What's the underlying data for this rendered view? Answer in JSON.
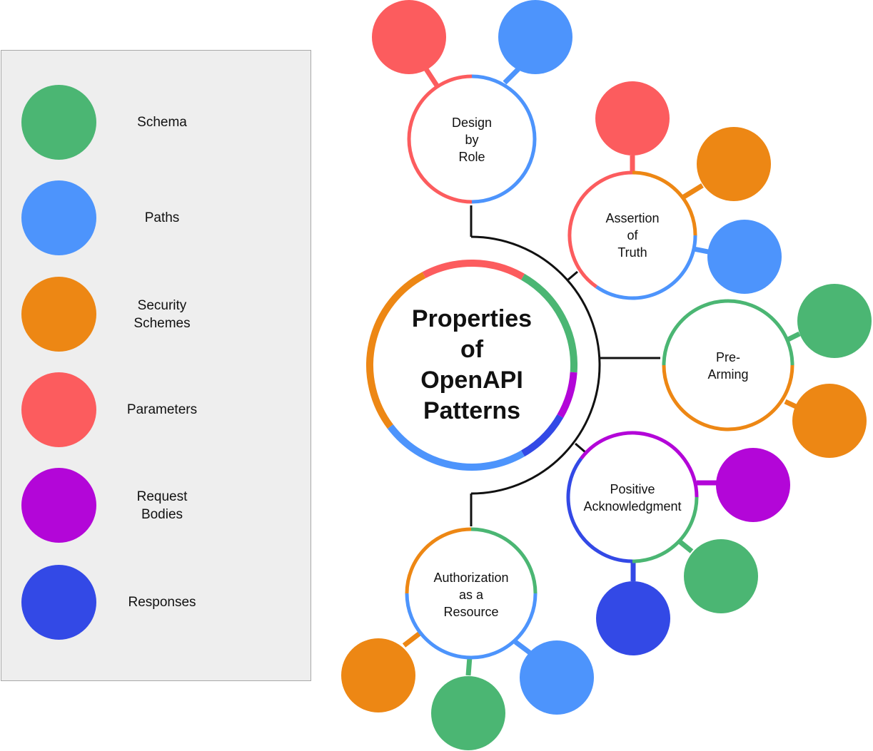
{
  "colors": {
    "schema": "#4bb673",
    "paths": "#4d94fc",
    "security": "#ed8714",
    "parameters": "#fc5c5e",
    "requests": "#b306d8",
    "responses": "#3349e6"
  },
  "legend": {
    "items": [
      {
        "key": "schema",
        "label": "Schema"
      },
      {
        "key": "paths",
        "label": "Paths"
      },
      {
        "key": "security",
        "label": "Security\nSchemes"
      },
      {
        "key": "parameters",
        "label": "Parameters"
      },
      {
        "key": "requests",
        "label": "Request\nBodies"
      },
      {
        "key": "responses",
        "label": "Responses"
      }
    ]
  },
  "center": {
    "label_lines": [
      "Properties",
      "of",
      "OpenAPI",
      "Patterns"
    ],
    "ring": [
      "parameters",
      "schema",
      "requests",
      "responses",
      "paths",
      "security"
    ]
  },
  "patterns": [
    {
      "id": "design-by-role",
      "label_lines": [
        "Design",
        "by",
        "Role"
      ],
      "colors": [
        "parameters",
        "paths"
      ]
    },
    {
      "id": "assertion-of-truth",
      "label_lines": [
        "Assertion",
        "of",
        "Truth"
      ],
      "colors": [
        "parameters",
        "security",
        "paths"
      ]
    },
    {
      "id": "pre-arming",
      "label_lines": [
        "Pre-",
        "Arming"
      ],
      "colors": [
        "schema",
        "security"
      ]
    },
    {
      "id": "positive-acknowledgment",
      "label_lines": [
        "Positive",
        "Acknowledgment"
      ],
      "colors": [
        "requests",
        "schema",
        "responses"
      ]
    },
    {
      "id": "authorization-as-a-resource",
      "label_lines": [
        "Authorization",
        "as a",
        "Resource"
      ],
      "colors": [
        "security",
        "schema",
        "paths"
      ]
    }
  ]
}
